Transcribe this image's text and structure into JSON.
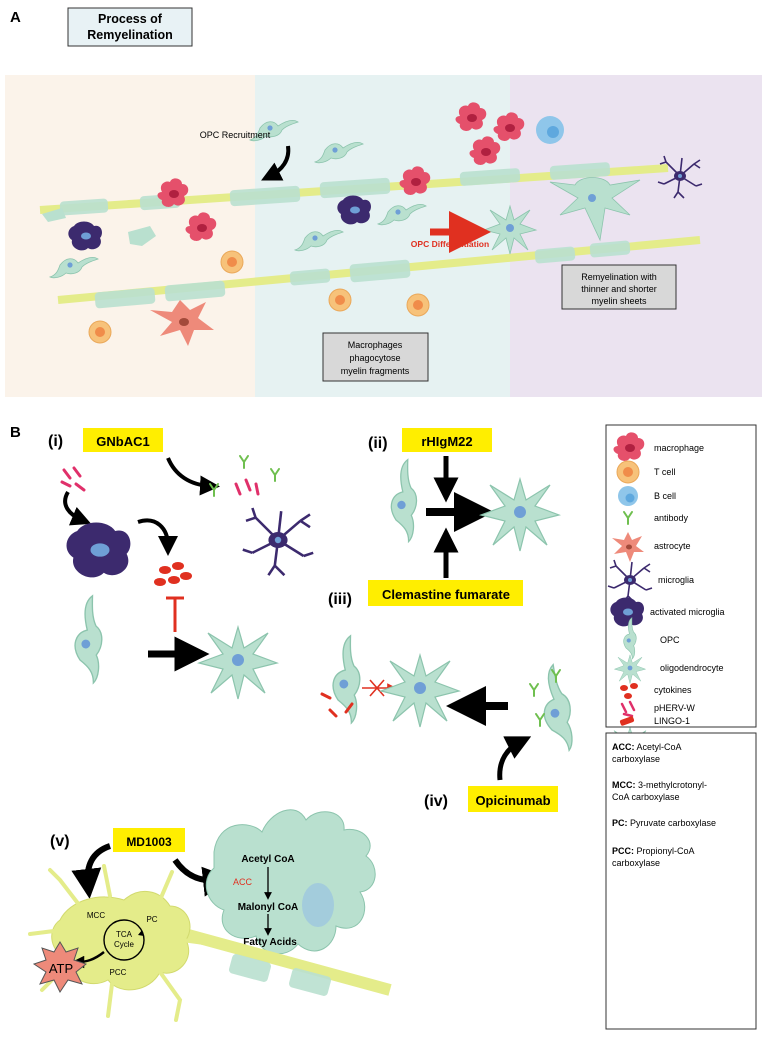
{
  "panel_a": {
    "letter": "A",
    "title_line1": "Process of",
    "title_line2": "Remyelination",
    "opc_recruitment": "OPC Recruitment",
    "opc_differentiation": "OPC Differentiation",
    "macrophages_line1": "Macrophages",
    "macrophages_line2": "phagocytose",
    "macrophages_line3": "myelin fragments",
    "remyelination_line1": "Remyelination with",
    "remyelination_line2": "thinner and shorter",
    "remyelination_line3": "myelin sheets"
  },
  "panel_b": {
    "letter": "B",
    "i_label": "(i)",
    "i_drug": "GNbAC1",
    "ii_label": "(ii)",
    "ii_drug": "rHIgM22",
    "iii_label": "(iii)",
    "iii_drug": "Clemastine fumarate",
    "iv_label": "(iv)",
    "iv_drug": "Opicinumab",
    "v_label": "(v)",
    "v_drug": "MD1003",
    "acetyl_coa": "Acetyl CoA",
    "acc": "ACC",
    "malonyl_coa": "Malonyl CoA",
    "fatty_acids": "Fatty Acids",
    "mcc": "MCC",
    "pc": "PC",
    "pcc": "PCC",
    "tca_line1": "TCA",
    "tca_line2": "Cycle",
    "atp": "ATP"
  },
  "legend": {
    "items": [
      {
        "label": "macrophage"
      },
      {
        "label": "T cell"
      },
      {
        "label": "B cell"
      },
      {
        "label": "antibody"
      },
      {
        "label": "astrocyte"
      },
      {
        "label": "microglia"
      },
      {
        "label": "activated microglia"
      },
      {
        "label": "OPC"
      },
      {
        "label": "oligodendrocyte"
      },
      {
        "label": "cytokines"
      },
      {
        "label": "pHERV-W"
      },
      {
        "label": "LINGO-1"
      }
    ],
    "abbr": [
      {
        "key": "ACC:",
        "line1": " Acetyl-CoA",
        "line2": "carboxylase"
      },
      {
        "key": "MCC:",
        "line1": " 3-methylcrotonyl-",
        "line2": "CoA carboxylase"
      },
      {
        "key": "PC:",
        "line1": " Pyruvate carboxylase",
        "line2": ""
      },
      {
        "key": "PCC:",
        "line1": " Propionyl-CoA",
        "line2": "carboxylase"
      }
    ]
  },
  "colors": {
    "opc": "#b9e0cf",
    "macrophage": "#e5506b",
    "tcell": "#f7c27a",
    "bcell": "#8fc6ea",
    "microglia": "#3c2a6e",
    "astrocyte": "#ee8a7a",
    "myelin": "#e4ec8a",
    "highlight": "#ffee00",
    "red": "#e03020"
  }
}
